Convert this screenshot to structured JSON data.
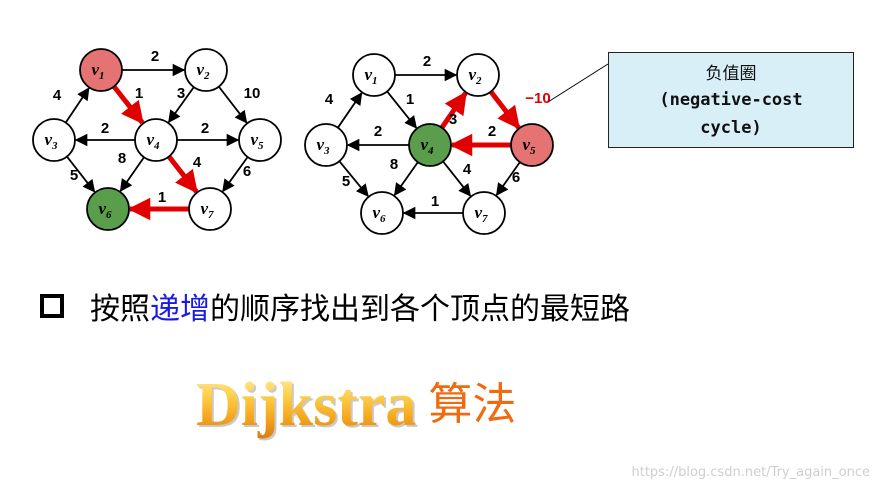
{
  "graph_left": {
    "nodes": [
      {
        "id": "v1",
        "sub": "1",
        "fill": "#e57373"
      },
      {
        "id": "v2",
        "sub": "2",
        "fill": "#ffffff"
      },
      {
        "id": "v3",
        "sub": "3",
        "fill": "#ffffff"
      },
      {
        "id": "v4",
        "sub": "4",
        "fill": "#ffffff"
      },
      {
        "id": "v5",
        "sub": "5",
        "fill": "#ffffff"
      },
      {
        "id": "v6",
        "sub": "6",
        "fill": "#5a9e4b"
      },
      {
        "id": "v7",
        "sub": "7",
        "fill": "#ffffff"
      }
    ],
    "edges": [
      {
        "from": "v1",
        "to": "v2",
        "weight": "2",
        "highlight": false
      },
      {
        "from": "v3",
        "to": "v1",
        "weight": "4",
        "highlight": false
      },
      {
        "from": "v1",
        "to": "v4",
        "weight": "1",
        "highlight": true
      },
      {
        "from": "v2",
        "to": "v4",
        "weight": "3",
        "highlight": false
      },
      {
        "from": "v2",
        "to": "v5",
        "weight": "10",
        "highlight": false
      },
      {
        "from": "v4",
        "to": "v3",
        "weight": "2",
        "highlight": false
      },
      {
        "from": "v4",
        "to": "v5",
        "weight": "2",
        "highlight": false
      },
      {
        "from": "v4",
        "to": "v6",
        "weight": "8",
        "highlight": false
      },
      {
        "from": "v4",
        "to": "v7",
        "weight": "4",
        "highlight": true
      },
      {
        "from": "v3",
        "to": "v6",
        "weight": "5",
        "highlight": false
      },
      {
        "from": "v5",
        "to": "v7",
        "weight": "6",
        "highlight": false
      },
      {
        "from": "v7",
        "to": "v6",
        "weight": "1",
        "highlight": true
      }
    ]
  },
  "graph_right": {
    "nodes": [
      {
        "id": "v1",
        "sub": "1",
        "fill": "#ffffff"
      },
      {
        "id": "v2",
        "sub": "2",
        "fill": "#ffffff"
      },
      {
        "id": "v3",
        "sub": "3",
        "fill": "#ffffff"
      },
      {
        "id": "v4",
        "sub": "4",
        "fill": "#5a9e4b"
      },
      {
        "id": "v5",
        "sub": "5",
        "fill": "#e57373"
      },
      {
        "id": "v6",
        "sub": "6",
        "fill": "#ffffff"
      },
      {
        "id": "v7",
        "sub": "7",
        "fill": "#ffffff"
      }
    ],
    "edges": [
      {
        "from": "v1",
        "to": "v2",
        "weight": "2",
        "highlight": false
      },
      {
        "from": "v3",
        "to": "v1",
        "weight": "4",
        "highlight": false
      },
      {
        "from": "v1",
        "to": "v4",
        "weight": "1",
        "highlight": false
      },
      {
        "from": "v4",
        "to": "v2",
        "weight": "3",
        "highlight": true
      },
      {
        "from": "v2",
        "to": "v5",
        "weight": "−10",
        "highlight": true,
        "weight_color": "#e00000"
      },
      {
        "from": "v4",
        "to": "v3",
        "weight": "2",
        "highlight": false
      },
      {
        "from": "v5",
        "to": "v4",
        "weight": "2",
        "highlight": true
      },
      {
        "from": "v4",
        "to": "v6",
        "weight": "8",
        "highlight": false
      },
      {
        "from": "v4",
        "to": "v7",
        "weight": "4",
        "highlight": false
      },
      {
        "from": "v3",
        "to": "v6",
        "weight": "5",
        "highlight": false
      },
      {
        "from": "v5",
        "to": "v7",
        "weight": "6",
        "highlight": false
      },
      {
        "from": "v7",
        "to": "v6",
        "weight": "1",
        "highlight": false
      }
    ]
  },
  "callout": {
    "title": "负值圈",
    "line1": "(negative-cost",
    "line2": "cycle)",
    "background": "#d8eff8"
  },
  "bullet": {
    "icon": "square-bullet-icon",
    "text_before": "按照",
    "highlight": "递增",
    "text_after": "的顺序找出到各个顶点的最短路",
    "highlight_color": "#1a1ae6"
  },
  "title": {
    "word": "Dijkstra",
    "suffix": "算法",
    "suffix_color": "#f06a10"
  },
  "watermark": "https://blog.csdn.net/Try_again_once",
  "colors": {
    "highlight_edge": "#e00000",
    "edge": "#000000"
  }
}
